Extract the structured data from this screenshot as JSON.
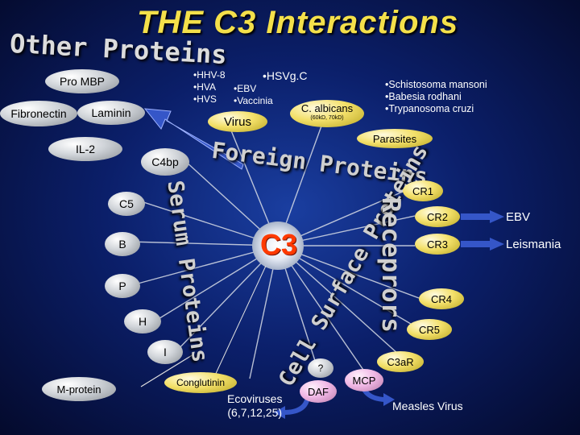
{
  "title": "THE C3 Interactions",
  "center": "C3",
  "categories": {
    "other_proteins": "Other Proteins",
    "foreign_proteins": "Foreign Proteins",
    "serum_proteins": "Serum Proteins",
    "cell_surface_proteins": "Cell Surface Proteins",
    "receptors": "Receprors"
  },
  "other_proteins": {
    "pro_mbp": "Pro MBP",
    "fibronectin": "Fibronectin",
    "laminin": "Laminin",
    "il2": "IL-2"
  },
  "viruses": {
    "label": "Virus",
    "items": [
      "•HHV-8",
      "•HVA",
      "•HVS",
      "•HSVg.C",
      "•EBV",
      "•Vaccinia"
    ]
  },
  "c_albicans": {
    "label": "C. albicans",
    "sub": "(60kD, 70kD)"
  },
  "parasites": {
    "label": "Parasites",
    "items": [
      "•Schistosoma mansoni",
      "•Babesia rodhani",
      "•Trypanosoma cruzi"
    ]
  },
  "serum_proteins": {
    "c4bp": "C4bp",
    "c5": "C5",
    "b": "B",
    "p": "P",
    "h": "H",
    "i": "I"
  },
  "m_protein": "M-protein",
  "conglutinin": "Conglutinin",
  "ecoviruses": [
    "Ecoviruses",
    "(6,7,12,25)"
  ],
  "cell_surface": {
    "unknown": "?",
    "daf": "DAF",
    "mcp": "MCP"
  },
  "measles": "Measles Virus",
  "receptors": {
    "cr1": "CR1",
    "cr2": "CR2",
    "cr3": "CR3",
    "cr4": "CR4",
    "cr5": "CR5",
    "c3ar": "C3aR"
  },
  "ebv_link": "EBV",
  "leishmania_link": "Leismania",
  "colors": {
    "title": "#f4e04a",
    "category": "#d8d8d8",
    "center": "#ff3a00",
    "arrow": "#3556c8"
  }
}
